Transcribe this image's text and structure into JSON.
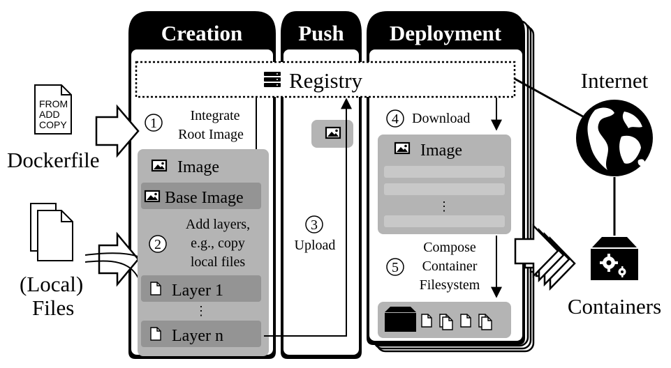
{
  "phases": {
    "creation": "Creation",
    "push": "Push",
    "deployment": "Deployment"
  },
  "registry": "Registry",
  "sources": {
    "dockerfile_lines": [
      "FROM",
      "ADD",
      "COPY"
    ],
    "dockerfile_label": "Dockerfile",
    "files_label_line1": "(Local)",
    "files_label_line2": "Files"
  },
  "steps": {
    "s1_num": "1",
    "s1_line1": "Integrate",
    "s1_line2": "Root Image",
    "s2_num": "2",
    "s2_line1": "Add layers,",
    "s2_line2": "e.g., copy",
    "s2_line3": "local files",
    "s3_num": "3",
    "s3_label": "Upload",
    "s4_num": "4",
    "s4_label": "Download",
    "s5_num": "5",
    "s5_line1": "Compose",
    "s5_line2": "Container",
    "s5_line3": "Filesystem"
  },
  "creation_image": {
    "title": "Image",
    "base": "Base Image",
    "layer1": "Layer 1",
    "ellipsis": "⋮",
    "layern": "Layer n"
  },
  "deployment_image": {
    "title": "Image",
    "ellipsis": "⋮"
  },
  "right": {
    "internet": "Internet",
    "containers": "Containers"
  },
  "colors": {
    "header_bg": "#000000",
    "panel_gray": "#b4b4b4",
    "row_gray": "#949494",
    "light_gray": "#c8c8c8"
  },
  "icons": [
    "server-icon",
    "image-icon",
    "file-icon",
    "globe-icon",
    "container-box-icon",
    "gear-icon",
    "block-arrow-icon"
  ]
}
